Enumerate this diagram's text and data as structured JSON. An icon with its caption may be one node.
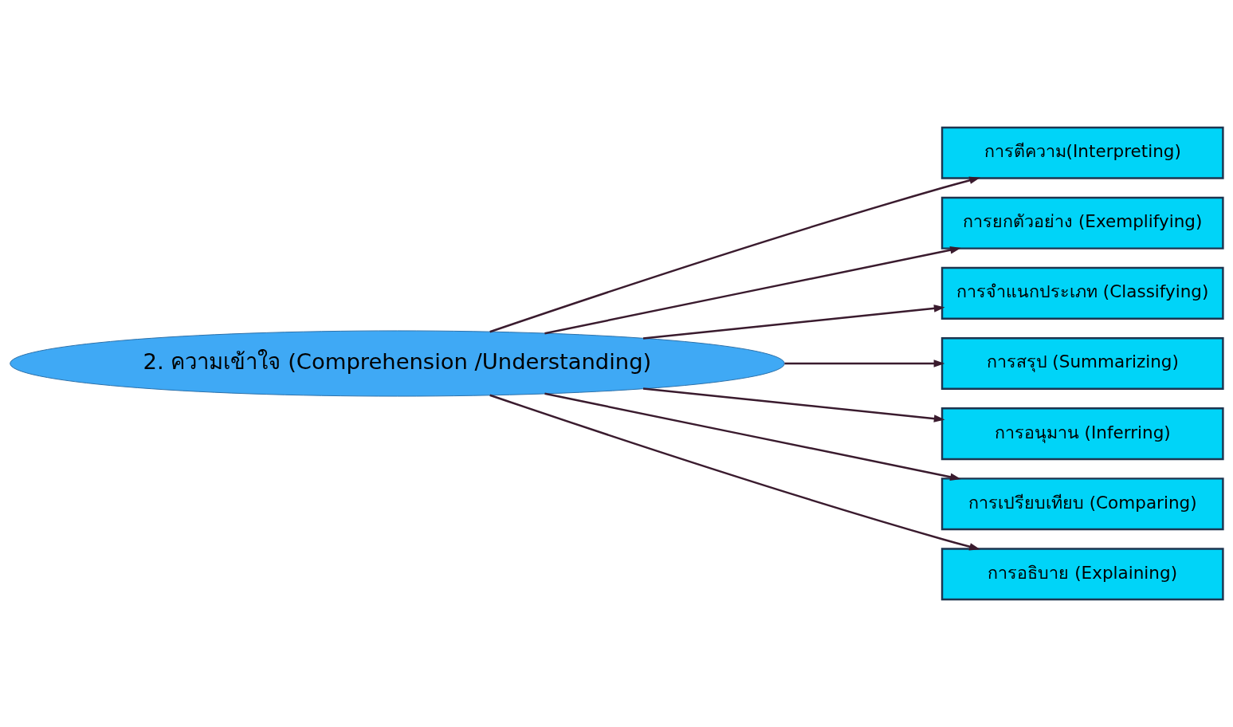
{
  "diagram": {
    "nodes": [
      {
        "text": [
          "2. ความเข้าใจ (Comprehension /Understanding)"
        ]
      },
      {
        "text": [
          "การตีความ(Interpreting)"
        ]
      },
      {
        "text": [
          "การยกตัวอย่าง (Exemplifying)"
        ]
      },
      {
        "text": [
          "การจำแนกประเภท (Classifying)"
        ]
      },
      {
        "text": [
          "การสรุป (Summarizing)"
        ]
      },
      {
        "text": [
          "การอนุมาน (Inferring)"
        ]
      },
      {
        "text": [
          "การเปรียบเทียบ (Comparing)"
        ]
      },
      {
        "text": [
          "การอธิบาย (Explaining)"
        ]
      }
    ],
    "edges": [
      {
        "from": 0,
        "to": 1,
        "arrow": "to"
      },
      {
        "from": 0,
        "to": 2,
        "arrow": "to"
      },
      {
        "from": 0,
        "to": 3,
        "arrow": "to"
      },
      {
        "from": 0,
        "to": 4,
        "arrow": "to"
      },
      {
        "from": 0,
        "to": 5,
        "arrow": "to"
      },
      {
        "from": 0,
        "to": 6,
        "arrow": "to"
      },
      {
        "from": 0,
        "to": 7,
        "arrow": "to"
      }
    ]
  }
}
